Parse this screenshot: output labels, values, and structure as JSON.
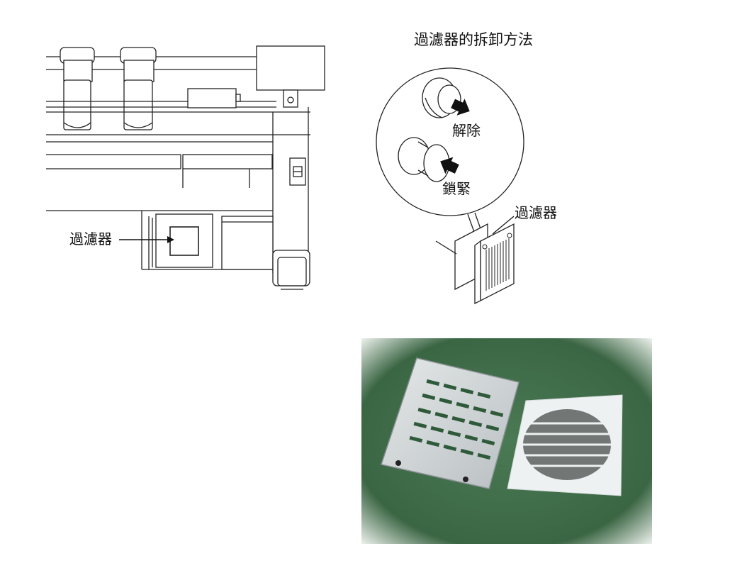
{
  "machine_diagram": {
    "filter_label": "過濾器"
  },
  "detail_diagram": {
    "title": "過濾器的拆卸方法",
    "release_label": "解除",
    "lock_label": "鎖緊",
    "filter_label": "過濾器"
  },
  "photo": {
    "items": [
      "metal-filter-cover",
      "filter-sponge"
    ]
  },
  "colors": {
    "line": "#222222",
    "arrow": "#111111",
    "mat_green": "#3f6b48",
    "metal": "#cfd3d4",
    "sponge": "#e8ecec"
  }
}
